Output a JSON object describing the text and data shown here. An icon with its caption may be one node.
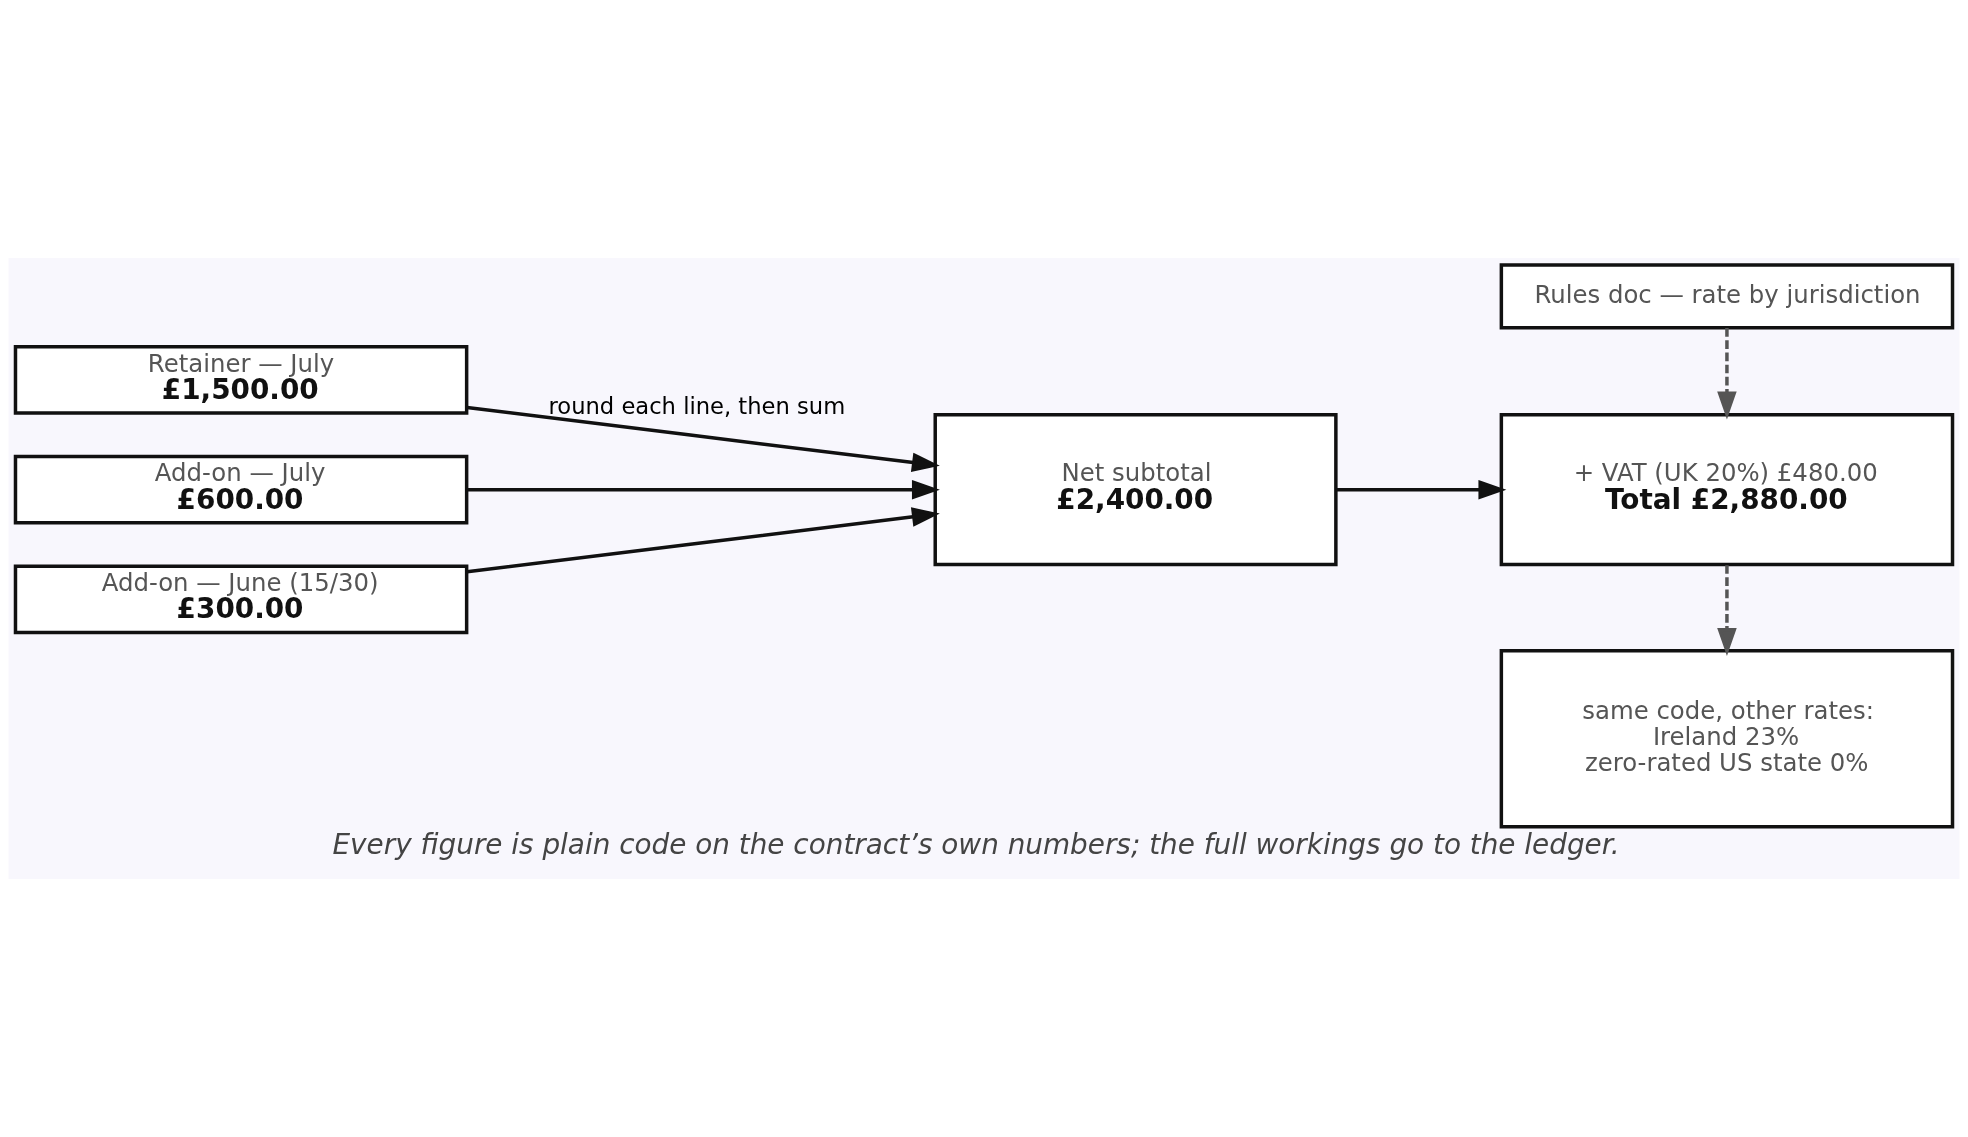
{
  "diagram": {
    "caption": "Every figure is plain code on the contract’s own numbers; the full workings go to the ledger.",
    "nodes": [
      {
        "text": [
          "Retainer — July",
          "£1,500.00"
        ]
      },
      {
        "text": [
          "Add-on — July",
          "£600.00"
        ]
      },
      {
        "text": [
          "Add-on — June (15/30)",
          "£300.00"
        ]
      },
      {
        "text": [
          "Net subtotal",
          "£2,400.00"
        ]
      },
      {
        "text": [
          "Rules doc — rate by jurisdiction"
        ]
      },
      {
        "text": [
          "+ VAT (UK 20%) £480.00",
          "Total £2,880.00"
        ]
      },
      {
        "text": [
          "same code, other rates:",
          "Ireland 23%",
          "zero-rated US state 0%"
        ]
      }
    ],
    "edges": [
      {
        "from": 0,
        "to": 3,
        "arrow": "to",
        "label": "round each line, then sum"
      },
      {
        "from": 1,
        "to": 3,
        "arrow": "to"
      },
      {
        "from": 2,
        "to": 3,
        "arrow": "to"
      },
      {
        "from": 3,
        "to": 5,
        "arrow": "to"
      },
      {
        "from": 4,
        "to": 5,
        "arrow": "to",
        "style": "dashed",
        "color": "#555555"
      },
      {
        "from": 5,
        "to": 6,
        "arrow": "to",
        "style": "dashed",
        "color": "#555555"
      }
    ]
  }
}
